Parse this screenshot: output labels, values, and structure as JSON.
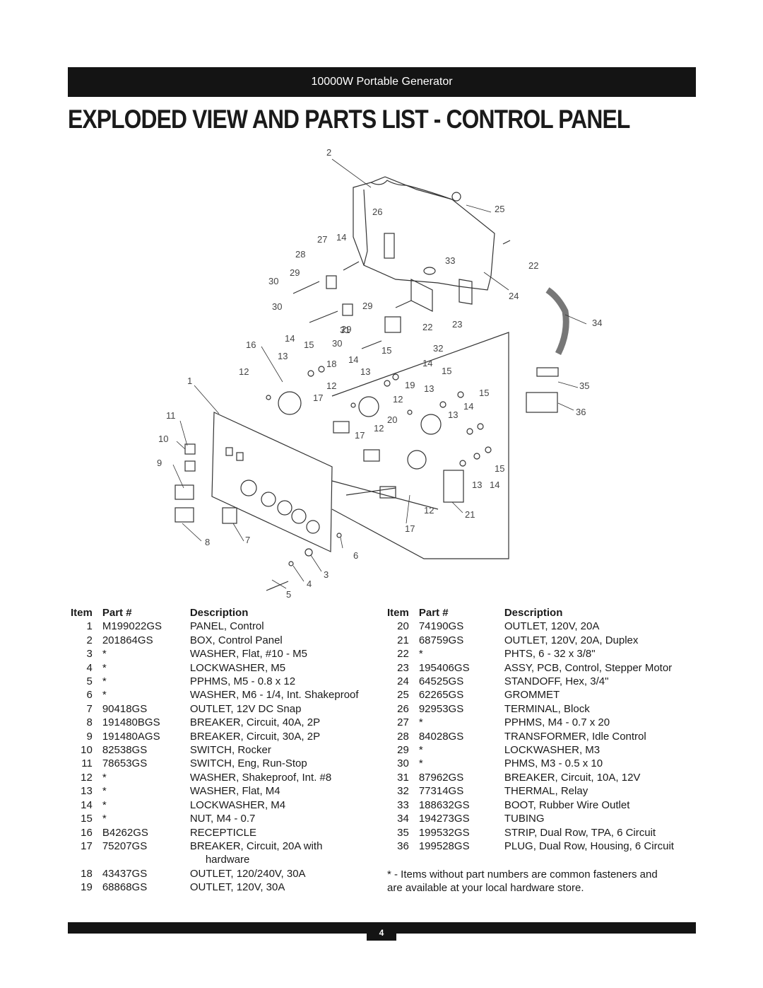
{
  "header": {
    "title": "10000W Portable Generator"
  },
  "page_title": "EXPLODED VIEW AND PARTS LIST - CONTROL PANEL",
  "diagram": {
    "callouts": [
      "2",
      "25",
      "26",
      "27",
      "14",
      "28",
      "22",
      "33",
      "29",
      "30",
      "24",
      "34",
      "30",
      "29",
      "29",
      "31",
      "22",
      "23",
      "16",
      "14",
      "15",
      "30",
      "15",
      "32",
      "13",
      "18",
      "14",
      "14",
      "15",
      "13",
      "12",
      "1",
      "12",
      "17",
      "19",
      "13",
      "15",
      "35",
      "12",
      "14",
      "11",
      "20",
      "13",
      "36",
      "17",
      "12",
      "10",
      "9",
      "15",
      "13",
      "14",
      "12",
      "21",
      "17",
      "8",
      "7",
      "6",
      "3",
      "4",
      "5"
    ]
  },
  "parts_table": {
    "headers": {
      "item": "Item",
      "part": "Part #",
      "description": "Description"
    },
    "left": [
      {
        "item": "1",
        "part": "M199022GS",
        "description": "PANEL, Control"
      },
      {
        "item": "2",
        "part": "201864GS",
        "description": "BOX, Control Panel"
      },
      {
        "item": "3",
        "part": "*",
        "description": "WASHER, Flat, #10 - M5"
      },
      {
        "item": "4",
        "part": "*",
        "description": "LOCKWASHER, M5"
      },
      {
        "item": "5",
        "part": "*",
        "description": "PPHMS, M5 - 0.8 x 12"
      },
      {
        "item": "6",
        "part": "*",
        "description": "WASHER, M6 - 1/4, Int. Shakeproof"
      },
      {
        "item": "7",
        "part": "90418GS",
        "description": "OUTLET, 12V DC Snap"
      },
      {
        "item": "8",
        "part": "191480BGS",
        "description": "BREAKER, Circuit, 40A, 2P"
      },
      {
        "item": "9",
        "part": "191480AGS",
        "description": "BREAKER, Circuit, 30A, 2P"
      },
      {
        "item": "10",
        "part": "82538GS",
        "description": "SWITCH, Rocker"
      },
      {
        "item": "11",
        "part": "78653GS",
        "description": "SWITCH, Eng, Run-Stop"
      },
      {
        "item": "12",
        "part": "*",
        "description": "WASHER, Shakeproof, Int. #8"
      },
      {
        "item": "13",
        "part": "*",
        "description": "WASHER, Flat, M4"
      },
      {
        "item": "14",
        "part": "*",
        "description": "LOCKWASHER, M4"
      },
      {
        "item": "15",
        "part": "*",
        "description": "NUT, M4 - 0.7"
      },
      {
        "item": "16",
        "part": "B4262GS",
        "description": "RECEPTICLE"
      },
      {
        "item": "17",
        "part": "75207GS",
        "description": "BREAKER, Circuit, 20A with"
      },
      {
        "item": "",
        "part": "",
        "description": "hardware"
      },
      {
        "item": "18",
        "part": "43437GS",
        "description": "OUTLET, 120/240V, 30A"
      },
      {
        "item": "19",
        "part": "68868GS",
        "description": "OUTLET, 120V, 30A"
      }
    ],
    "right": [
      {
        "item": "20",
        "part": "74190GS",
        "description": "OUTLET, 120V, 20A"
      },
      {
        "item": "21",
        "part": "68759GS",
        "description": "OUTLET, 120V, 20A, Duplex"
      },
      {
        "item": "22",
        "part": "*",
        "description": "PHTS, 6 - 32 x 3/8\""
      },
      {
        "item": "23",
        "part": "195406GS",
        "description": "ASSY, PCB, Control, Stepper Motor"
      },
      {
        "item": "24",
        "part": "64525GS",
        "description": "STANDOFF, Hex, 3/4\""
      },
      {
        "item": "25",
        "part": "62265GS",
        "description": "GROMMET"
      },
      {
        "item": "26",
        "part": "92953GS",
        "description": "TERMINAL, Block"
      },
      {
        "item": "27",
        "part": "*",
        "description": "PPHMS, M4 - 0.7 x 20"
      },
      {
        "item": "28",
        "part": "84028GS",
        "description": "TRANSFORMER, Idle Control"
      },
      {
        "item": "29",
        "part": "*",
        "description": "LOCKWASHER, M3"
      },
      {
        "item": "30",
        "part": "*",
        "description": "PHMS, M3 - 0.5 x 10"
      },
      {
        "item": "31",
        "part": "87962GS",
        "description": "BREAKER, Circuit, 10A, 12V"
      },
      {
        "item": "32",
        "part": "77314GS",
        "description": "THERMAL, Relay"
      },
      {
        "item": "33",
        "part": "188632GS",
        "description": "BOOT, Rubber Wire Outlet"
      },
      {
        "item": "34",
        "part": "194273GS",
        "description": "TUBING"
      },
      {
        "item": "35",
        "part": "199532GS",
        "description": "STRIP, Dual Row, TPA, 6 Circuit"
      },
      {
        "item": "36",
        "part": "199528GS",
        "description": "PLUG, Dual Row, Housing, 6 Circuit"
      }
    ]
  },
  "note": {
    "line1": "* - Items without part numbers are common fasteners and",
    "line2": "are available at your local hardware store."
  },
  "footer": {
    "page_number": "4"
  }
}
